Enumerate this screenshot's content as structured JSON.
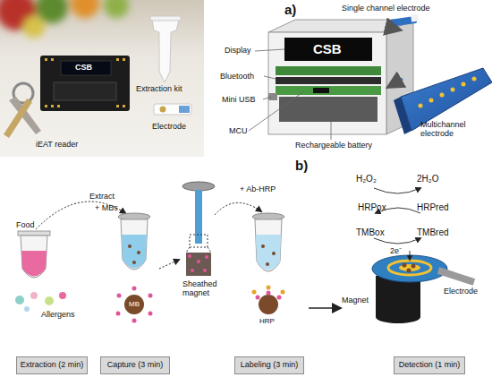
{
  "diagram": {
    "nodes": [
      {
        "text": [
          "MB"
        ]
      },
      {
        "text": [
          "Extraction (2 min)"
        ]
      },
      {
        "text": [
          "Capture (3 min)"
        ]
      },
      {
        "text": [
          "Labeling (3 min)"
        ]
      },
      {
        "text": [
          "Detection (1 min)"
        ]
      }
    ],
    "labels": [
      "CSB",
      "iEAT reader",
      "Extraction kit",
      "Electrode",
      "a)",
      "Single channel electrode",
      "Display",
      "CSB",
      "Bluetooth",
      "Mini USB",
      "MCU",
      "Rechargeable battery",
      "Multichannel electrode",
      "b)",
      "Food",
      "Allergens",
      "Extract",
      "+ MBs",
      "Sheathed magnet",
      "+ Ab-HRP",
      "HRP",
      "H₂O₂",
      "2H₂O",
      "HRPox",
      "HRPred",
      "TMBox",
      "TMBred",
      "2e⁻",
      "Electrode",
      "Magnet"
    ]
  }
}
